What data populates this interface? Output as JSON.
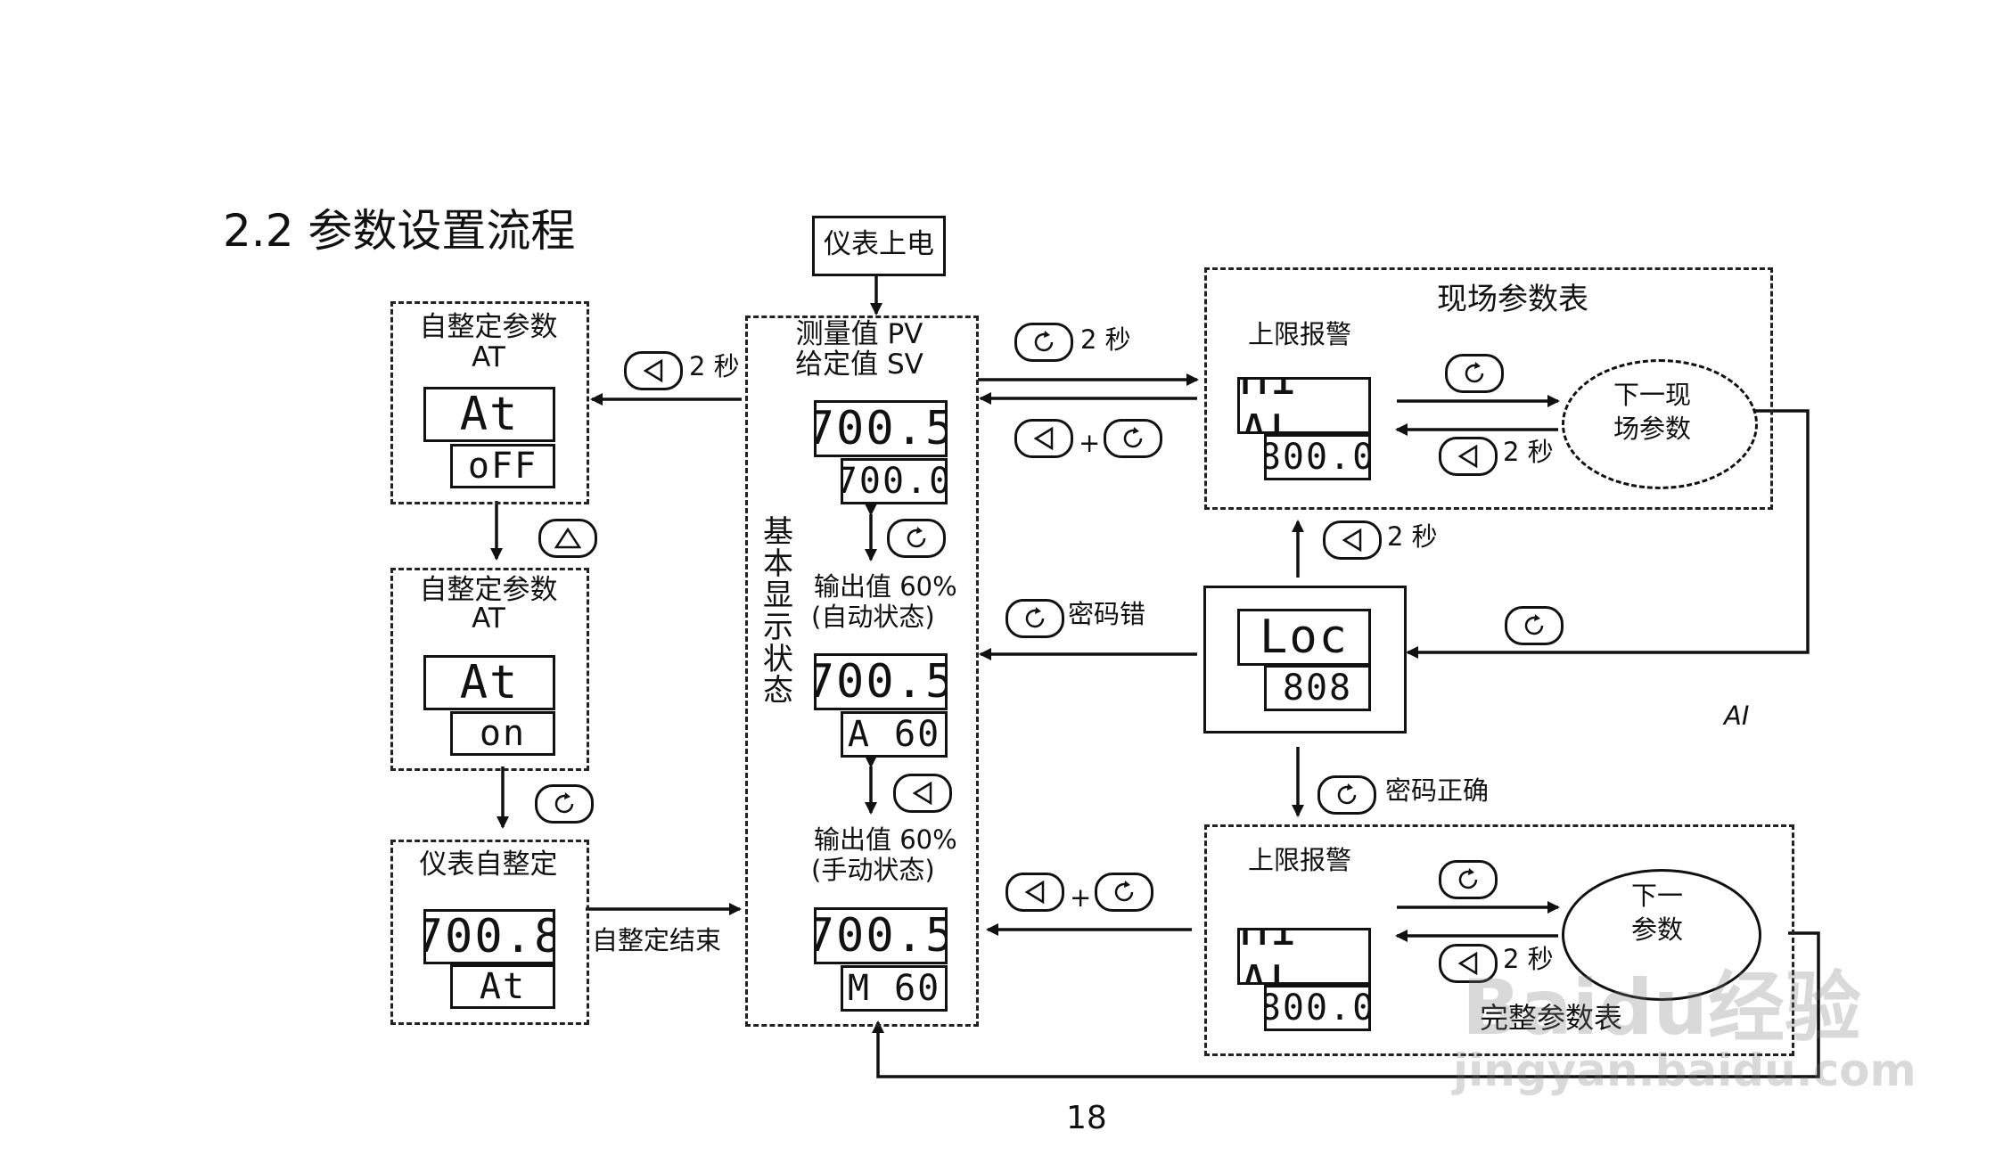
{
  "heading": "2.2 参数设置流程",
  "power_on": "仪表上电",
  "basic": {
    "pv_label": "测量值 PV",
    "sv_label": "给定值 SV",
    "vertical_label": "基本显示状态",
    "pv1": "700.5",
    "sv1": "700.0",
    "auto_label_1": "输出值 60%",
    "auto_label_2": "(自动状态)",
    "pv2": "700.5",
    "out_auto": "A 60",
    "manual_label_1": "输出值 60%",
    "manual_label_2": "(手动状态)",
    "pv3": "700.5",
    "out_manual": "M 60"
  },
  "left": {
    "at1_title_1": "自整定参数",
    "at1_title_2": "AT",
    "at1_code": "At",
    "at1_value": "oFF",
    "at2_title_1": "自整定参数",
    "at2_title_2": "AT",
    "at2_code": "At",
    "at2_value": "on",
    "tune_title": "仪表自整定",
    "tune_pv": "700.8",
    "tune_code": "At",
    "tune_end": "自整定结束"
  },
  "field": {
    "title": "现场参数表",
    "alarm_label": "上限报警",
    "code": "HI AL",
    "value": "800.0",
    "next_1": "下一现",
    "next_2": "场参数"
  },
  "loc": {
    "code": "Loc",
    "value": "808",
    "side": "AI",
    "wrong_pw": "密码错",
    "right_pw": "密码正确"
  },
  "full": {
    "title": "完整参数表",
    "alarm_label": "上限报警",
    "code": "HI AL",
    "value": "800.0",
    "next_1": "下一",
    "next_2": "参数"
  },
  "labels": {
    "two_sec": "2 秒",
    "plus": "+"
  },
  "page_number": "18",
  "watermark": {
    "brand": "Baidu经验",
    "url": "jingyan.baidu.com"
  },
  "icons": {
    "left": "left-triangle-key-icon",
    "cycle": "cycle-key-icon",
    "up": "up-triangle-key-icon"
  }
}
